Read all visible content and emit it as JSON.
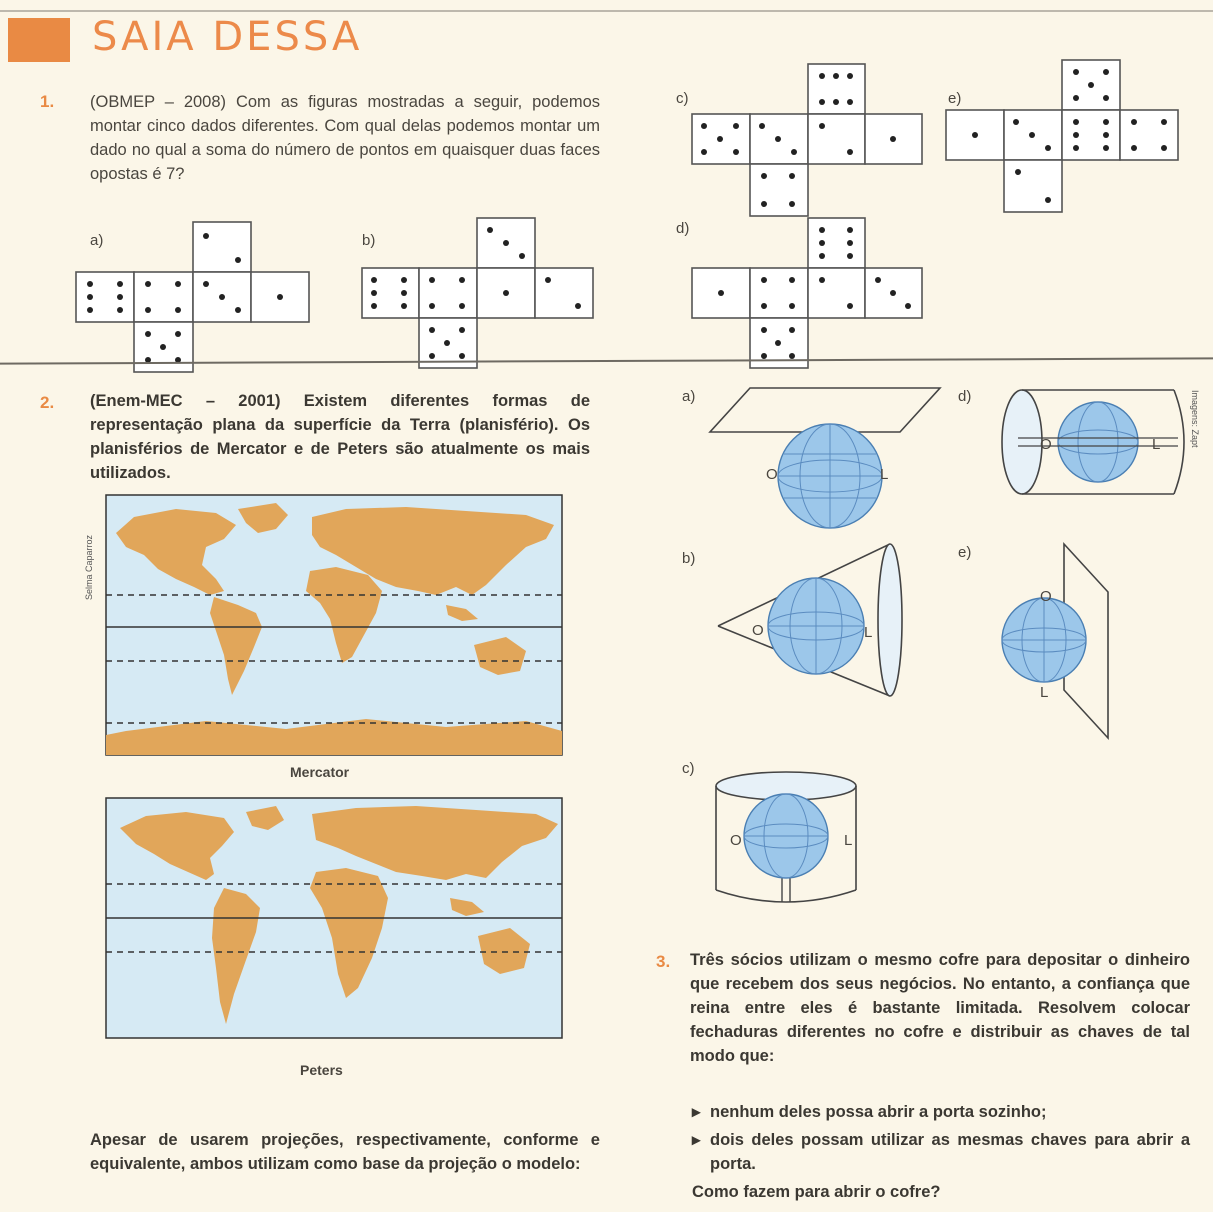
{
  "header": {
    "title": "SAIA DESSA"
  },
  "q1": {
    "number": "1.",
    "text": "(OBMEP – 2008) Com as figuras mostradas a seguir, podemos montar cinco dados diferentes. Com qual delas podemos montar um dado no qual a soma do número de pontos em quaisquer duas faces opostas é 7?",
    "options": [
      "a)",
      "b)",
      "c)",
      "d)",
      "e)"
    ]
  },
  "q2": {
    "number": "2.",
    "text": "(Enem-MEC – 2001) Existem diferentes formas de representação plana da superfície da Terra (planisfério). Os planisférios de Mercator e de Peters são atualmente os mais utilizados.",
    "map1_caption": "Mercator",
    "map2_caption": "Peters",
    "map_credit": "Selma Caparroz",
    "image_credit": "Imagens: Zapt",
    "footer": "Apesar de usarem projeções, respectivamente, conforme e equivalente, ambos utilizam como base da projeção o modelo:",
    "options": [
      "a)",
      "b)",
      "c)",
      "d)",
      "e)"
    ],
    "west": "O",
    "east": "L"
  },
  "q3": {
    "number": "3.",
    "text": "Três sócios utilizam o mesmo cofre para depositar o dinheiro que recebem dos seus negócios. No entanto, a confiança que reina entre eles é bastante limitada. Resolvem colocar fechaduras diferentes no cofre e distribuir as chaves de tal modo que:",
    "bullets": [
      "nenhum deles possa abrir a porta sozinho;",
      "dois deles possam utilizar as mesmas chaves para abrir a porta."
    ],
    "question": "Como fazem para abrir o cofre?"
  }
}
